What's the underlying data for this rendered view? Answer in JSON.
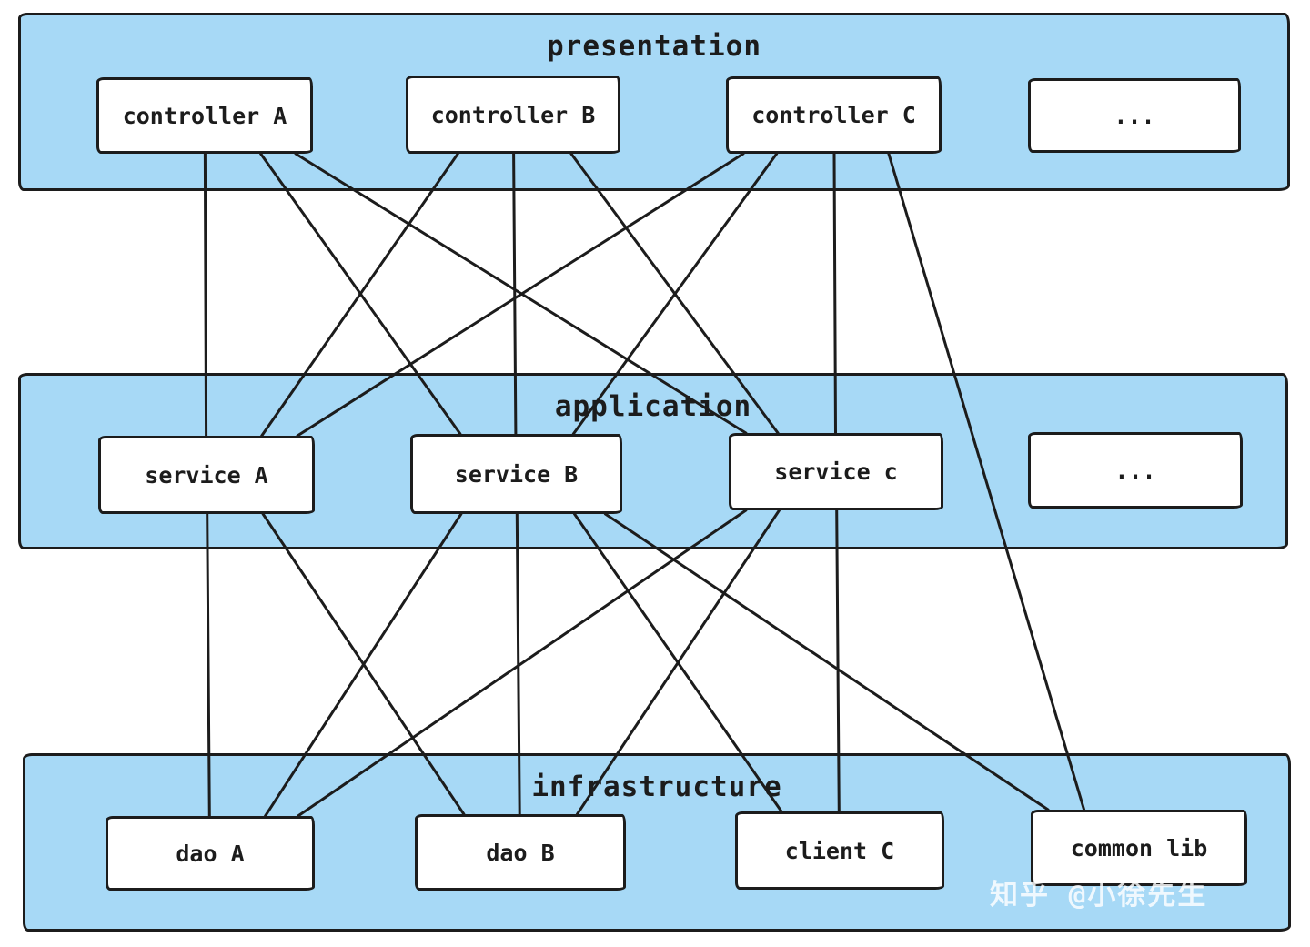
{
  "diagram": {
    "colors": {
      "band_fill": "#a7d9f6",
      "border": "#1c1c1c",
      "box_fill": "#ffffff",
      "line": "#1c1c1c"
    },
    "layers": [
      {
        "id": "presentation",
        "title": "presentation",
        "nodes": [
          {
            "id": "controller-a",
            "label": "controller A"
          },
          {
            "id": "controller-b",
            "label": "controller B"
          },
          {
            "id": "controller-c",
            "label": "controller C"
          },
          {
            "id": "presentation-more",
            "label": "..."
          }
        ]
      },
      {
        "id": "application",
        "title": "application",
        "nodes": [
          {
            "id": "service-a",
            "label": "service A"
          },
          {
            "id": "service-b",
            "label": "service B"
          },
          {
            "id": "service-c",
            "label": "service c"
          },
          {
            "id": "application-more",
            "label": "..."
          }
        ]
      },
      {
        "id": "infrastructure",
        "title": "infrastructure",
        "nodes": [
          {
            "id": "dao-a",
            "label": "dao A"
          },
          {
            "id": "dao-b",
            "label": "dao B"
          },
          {
            "id": "client-c",
            "label": "client C"
          },
          {
            "id": "common-lib",
            "label": "common lib"
          }
        ]
      }
    ],
    "edges": [
      {
        "from": "controller-a",
        "to": "service-a"
      },
      {
        "from": "controller-a",
        "to": "service-b"
      },
      {
        "from": "controller-a",
        "to": "service-c"
      },
      {
        "from": "controller-b",
        "to": "service-a"
      },
      {
        "from": "controller-b",
        "to": "service-b"
      },
      {
        "from": "controller-b",
        "to": "service-c"
      },
      {
        "from": "controller-c",
        "to": "service-a"
      },
      {
        "from": "controller-c",
        "to": "service-b"
      },
      {
        "from": "controller-c",
        "to": "service-c"
      },
      {
        "from": "controller-c",
        "to": "common-lib"
      },
      {
        "from": "service-a",
        "to": "dao-a"
      },
      {
        "from": "service-a",
        "to": "dao-b"
      },
      {
        "from": "service-b",
        "to": "dao-a"
      },
      {
        "from": "service-b",
        "to": "dao-b"
      },
      {
        "from": "service-b",
        "to": "client-c"
      },
      {
        "from": "service-b",
        "to": "common-lib"
      },
      {
        "from": "service-c",
        "to": "dao-a"
      },
      {
        "from": "service-c",
        "to": "dao-b"
      },
      {
        "from": "service-c",
        "to": "client-c"
      }
    ],
    "watermark": "知乎 @小徐先生"
  }
}
